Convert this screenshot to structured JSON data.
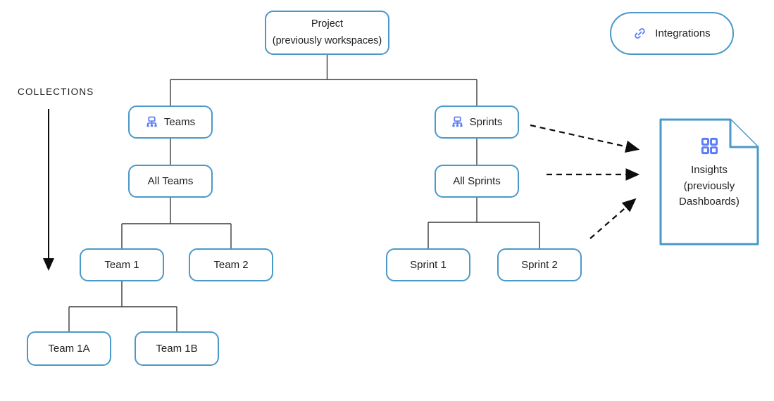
{
  "diagram": {
    "collections_label": "COLLECTIONS",
    "nodes": {
      "project": {
        "line1": "Project",
        "line2": "(previously workspaces)"
      },
      "teams": {
        "label": "Teams",
        "icon": "org-chart-icon"
      },
      "sprints": {
        "label": "Sprints",
        "icon": "org-chart-icon"
      },
      "all_teams": {
        "label": "All Teams"
      },
      "all_sprints": {
        "label": "All Sprints"
      },
      "team1": {
        "label": "Team 1"
      },
      "team2": {
        "label": "Team 2"
      },
      "team1a": {
        "label": "Team 1A"
      },
      "team1b": {
        "label": "Team 1B"
      },
      "sprint1": {
        "label": "Sprint 1"
      },
      "sprint2": {
        "label": "Sprint 2"
      }
    },
    "integrations": {
      "label": "Integrations",
      "icon": "link-icon"
    },
    "insights": {
      "line1": "Insights",
      "line2": "(previously",
      "line3": "Dashboards)",
      "icon": "grid-icon",
      "shape": "document-folded-corner"
    },
    "arrows": {
      "collections_arrow": "vertical-down",
      "dashed_arrows_to_insights": [
        "from-sprints",
        "from-all-sprints",
        "from-sprint2"
      ]
    },
    "colors": {
      "box_border": "#4a99c8",
      "icon_blue": "#5b7cfa",
      "text": "#1d1f23",
      "tree_line": "#3b3b3b",
      "arrow": "#0d0d0d",
      "background": "#ffffff"
    }
  }
}
